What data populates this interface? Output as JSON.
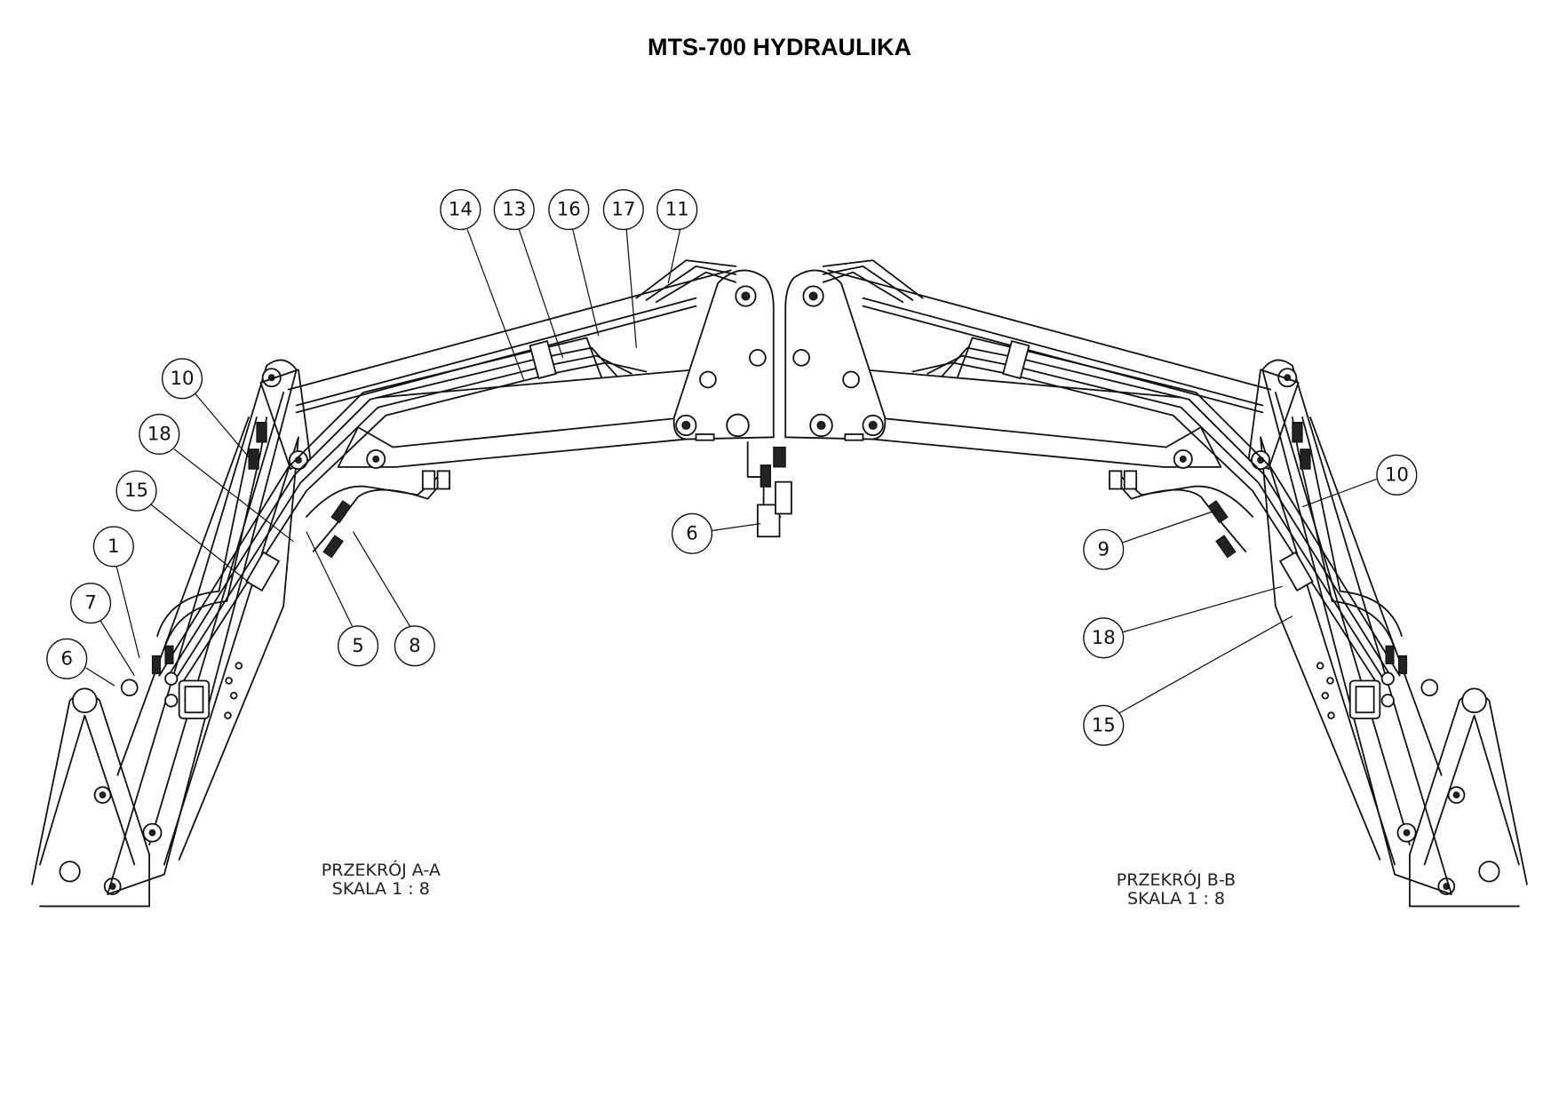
{
  "title": "MTS-700 HYDRAULIKA",
  "sections": [
    {
      "name": "PRZEKRÓJ A-A",
      "scale": "SKALA 1 : 8"
    },
    {
      "name": "PRZEKRÓJ B-B",
      "scale": "SKALA 1 : 8"
    }
  ],
  "balloons": {
    "top": [
      "14",
      "13",
      "16",
      "17",
      "11"
    ],
    "left": [
      "10",
      "18",
      "15",
      "1",
      "7",
      "6"
    ],
    "left_lower": [
      "5",
      "8"
    ],
    "center": "6",
    "right": [
      "9",
      "10",
      "18",
      "15"
    ]
  }
}
